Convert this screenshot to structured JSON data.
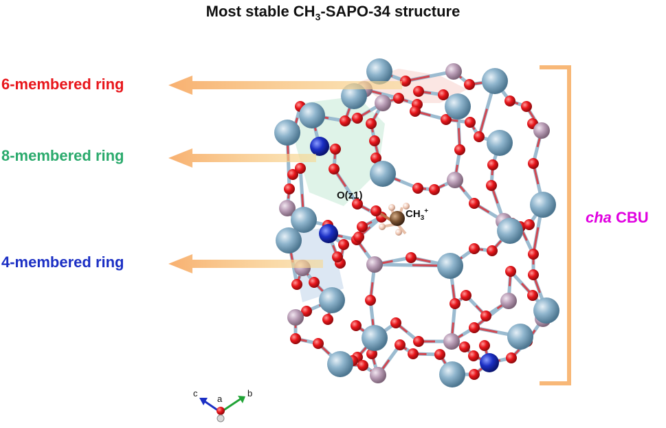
{
  "title": {
    "prefix": "Most stable CH",
    "sub": "3",
    "suffix": "-SAPO-34 structure"
  },
  "rings": [
    {
      "label": "6-membered ring",
      "color": "#e8161b"
    },
    {
      "label": "8-membered ring",
      "color": "#2aaa6c"
    },
    {
      "label": "4-membered ring",
      "color": "#1b2fc4"
    }
  ],
  "cbu": {
    "italic": "cha",
    "rest": " CBU",
    "color": "#e000e0"
  },
  "atom_labels": {
    "oz": "O(z1)",
    "ch3_base": "CH",
    "ch3_sub": "3",
    "ch3_sup": "+"
  },
  "axes": {
    "a": "a",
    "b": "b",
    "c": "c"
  },
  "colors": {
    "oxygen": "#e8161b",
    "aluminum": "#8cb3cc",
    "phosphorus": "#b89cb5",
    "silicon": "#1b2fc4",
    "carbon": "#7a5230",
    "hydrogen": "#f0c8b4",
    "arrow": "#f8b878"
  }
}
